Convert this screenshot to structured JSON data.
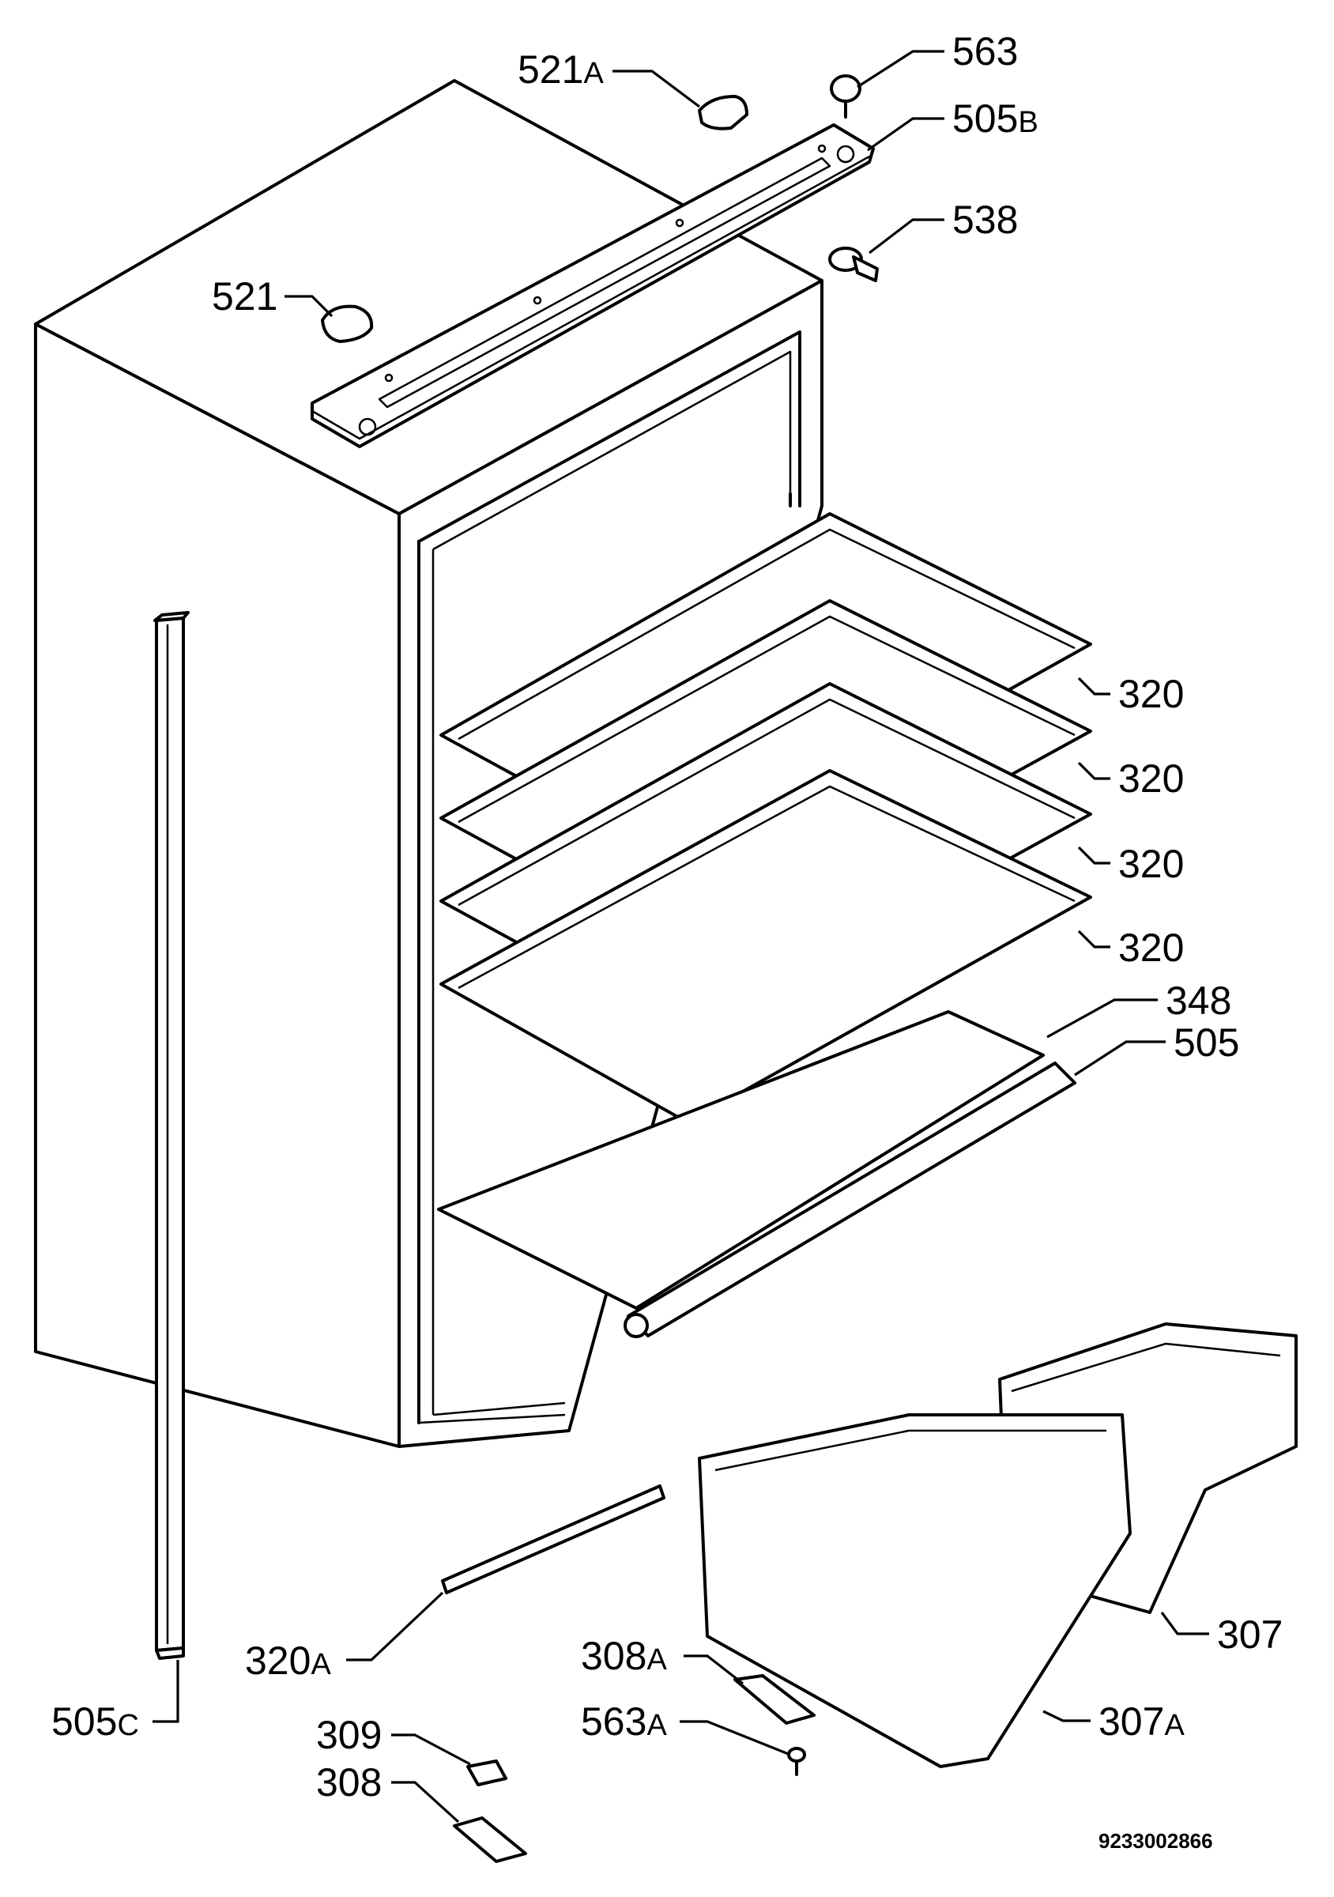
{
  "diagram": {
    "labels": {
      "p521a": {
        "num": "521",
        "suffix": "A"
      },
      "p563": {
        "num": "563",
        "suffix": ""
      },
      "p505b": {
        "num": "505",
        "suffix": "B"
      },
      "p538": {
        "num": "538",
        "suffix": ""
      },
      "p521": {
        "num": "521",
        "suffix": ""
      },
      "p320_1": {
        "num": "320",
        "suffix": ""
      },
      "p320_2": {
        "num": "320",
        "suffix": ""
      },
      "p320_3": {
        "num": "320",
        "suffix": ""
      },
      "p320_4": {
        "num": "320",
        "suffix": ""
      },
      "p348": {
        "num": "348",
        "suffix": ""
      },
      "p505": {
        "num": "505",
        "suffix": ""
      },
      "p307": {
        "num": "307",
        "suffix": ""
      },
      "p307a": {
        "num": "307",
        "suffix": "A"
      },
      "p308a": {
        "num": "308",
        "suffix": "A"
      },
      "p563a": {
        "num": "563",
        "suffix": "A"
      },
      "p320a": {
        "num": "320",
        "suffix": "A"
      },
      "p505c": {
        "num": "505",
        "suffix": "C"
      },
      "p309": {
        "num": "309",
        "suffix": ""
      },
      "p308": {
        "num": "308",
        "suffix": ""
      }
    },
    "document_number": "9233002866"
  }
}
